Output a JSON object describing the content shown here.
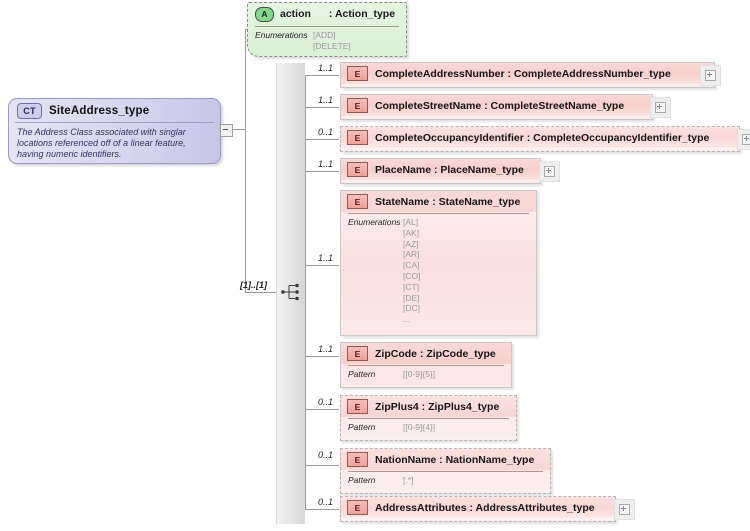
{
  "diagram": {
    "type": "xml-schema-element-tree",
    "root": {
      "kind_tag": "CT",
      "title": "SiteAddress_type",
      "documentation": "The Address Class associated with singlar locations referenced off of a linear feature, having numeric identifiers.",
      "collapse_icon": "minus-icon"
    },
    "attribute": {
      "kind_tag": "A",
      "name": "action",
      "type": ": Action_type",
      "facet_label": "Enumerations",
      "facet_values": [
        "[ADD]",
        "[DELETE]"
      ]
    },
    "compositor": {
      "kind": "sequence",
      "cardinality": "[1]..[1]"
    },
    "elements": [
      {
        "kind_tag": "E",
        "label": "CompleteAddressNumber : CompleteAddressNumber_type",
        "cardinality": "1..1",
        "optional": false,
        "has_expand": true,
        "facet_label": null,
        "facet_values": []
      },
      {
        "kind_tag": "E",
        "label": "CompleteStreetName : CompleteStreetName_type",
        "cardinality": "1..1",
        "optional": false,
        "has_expand": true,
        "facet_label": null,
        "facet_values": []
      },
      {
        "kind_tag": "E",
        "label": "CompleteOccupancyIdentifier : CompleteOccupancyIdentifier_type",
        "cardinality": "0..1",
        "optional": true,
        "has_expand": true,
        "facet_label": null,
        "facet_values": []
      },
      {
        "kind_tag": "E",
        "label": "PlaceName : PlaceName_type",
        "cardinality": "1..1",
        "optional": false,
        "has_expand": true,
        "facet_label": null,
        "facet_values": []
      },
      {
        "kind_tag": "E",
        "label": "StateName : StateName_type",
        "cardinality": "1..1",
        "optional": false,
        "has_expand": false,
        "facet_label": "Enumerations",
        "facet_values": [
          "[AL]",
          "[AK]",
          "[AZ]",
          "[AR]",
          "[CA]",
          "[CO]",
          "[CT]",
          "[DE]",
          "[DC]",
          "..."
        ]
      },
      {
        "kind_tag": "E",
        "label": "ZipCode : ZipCode_type",
        "cardinality": "1..1",
        "optional": false,
        "has_expand": false,
        "facet_label": "Pattern",
        "facet_values": [
          "[[0-9]{5}]"
        ]
      },
      {
        "kind_tag": "E",
        "label": "ZipPlus4 : ZipPlus4_type",
        "cardinality": "0..1",
        "optional": true,
        "has_expand": false,
        "facet_label": "Pattern",
        "facet_values": [
          "[[0-9]{4}]"
        ]
      },
      {
        "kind_tag": "E",
        "label": "NationName : NationName_type",
        "cardinality": "0..1",
        "optional": true,
        "has_expand": false,
        "facet_label": "Pattern",
        "facet_values": [
          "[.*]"
        ]
      },
      {
        "kind_tag": "E",
        "label": "AddressAttributes : AddressAttributes_type",
        "cardinality": "0..1",
        "optional": true,
        "has_expand": true,
        "facet_label": null,
        "facet_values": []
      }
    ],
    "colors": {
      "complex_type_fill": "#d7d6ee",
      "complex_type_border": "#9a9ac4",
      "attribute_fill": "#dbf1d6",
      "element_fill": "#f7cfcb",
      "element_tag_fill": "#efa39d",
      "connector_line": "#9c9c9c",
      "compositor_band": "#e6e6e6"
    }
  }
}
